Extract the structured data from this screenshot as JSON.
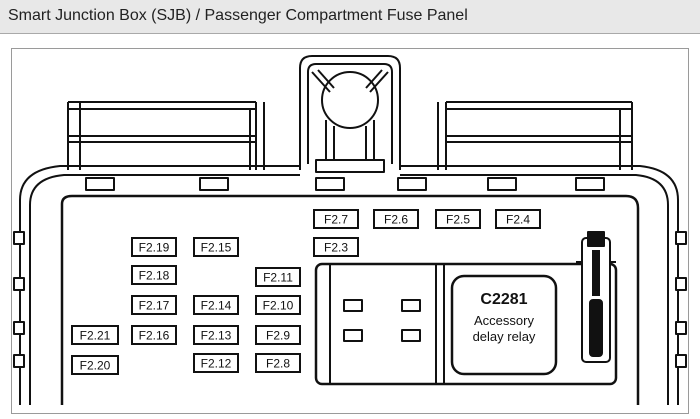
{
  "window": {
    "title": "Smart Junction Box (SJB) / Passenger Compartment Fuse Panel"
  },
  "diagram": {
    "fuses": [
      {
        "id": "f27",
        "label": "F2.7"
      },
      {
        "id": "f26",
        "label": "F2.6"
      },
      {
        "id": "f25",
        "label": "F2.5"
      },
      {
        "id": "f24",
        "label": "F2.4"
      },
      {
        "id": "f23",
        "label": "F2.3"
      },
      {
        "id": "f219",
        "label": "F2.19"
      },
      {
        "id": "f215",
        "label": "F2.15"
      },
      {
        "id": "f218",
        "label": "F2.18"
      },
      {
        "id": "f211",
        "label": "F2.11"
      },
      {
        "id": "f217",
        "label": "F2.17"
      },
      {
        "id": "f214",
        "label": "F2.14"
      },
      {
        "id": "f210",
        "label": "F2.10"
      },
      {
        "id": "f221",
        "label": "F2.21"
      },
      {
        "id": "f216",
        "label": "F2.16"
      },
      {
        "id": "f213",
        "label": "F2.13"
      },
      {
        "id": "f29",
        "label": "F2.9"
      },
      {
        "id": "f220",
        "label": "F2.20"
      },
      {
        "id": "f212",
        "label": "F2.12"
      },
      {
        "id": "f28",
        "label": "F2.8"
      }
    ],
    "relay": {
      "code": "C2281",
      "line1": "Accessory",
      "line2": "delay relay"
    }
  }
}
